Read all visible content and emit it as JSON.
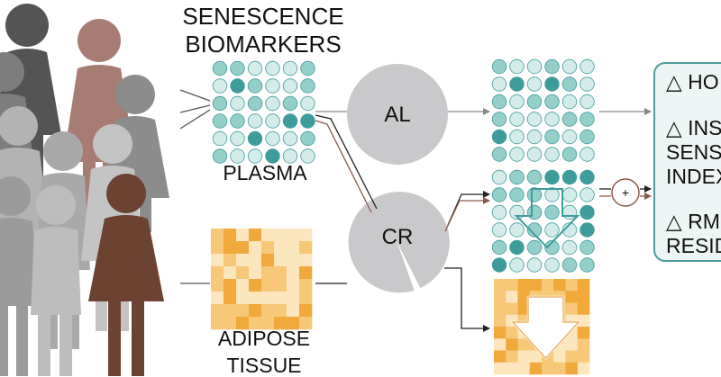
{
  "labels": {
    "senescence_line1": "SENESCENCE",
    "senescence_line2": "BIOMARKERS",
    "plasma": "PLASMA",
    "adipose_line1": "ADIPOSE",
    "adipose_line2": "TISSUE",
    "al": "AL",
    "cr": "CR",
    "plus": "+"
  },
  "outcomes": {
    "item1": "△ HO",
    "item2_line1": "△ INS",
    "item2_line2": "SENS",
    "item2_line3": "INDEX",
    "item3_line1": "△ RM",
    "item3_line2": "RESID"
  },
  "colors": {
    "plasma_dark": "#3f9c9c",
    "plasma_mid": "#94cfca",
    "plasma_light": "#d3ece9",
    "adipose_dark": "#f0a93a",
    "adipose_mid": "#f6c878",
    "adipose_light": "#fbe6bd",
    "diet_circle": "#c9c9cb",
    "outcome_border": "#4d9c9a",
    "arrow_brown": "#8a5a48"
  }
}
